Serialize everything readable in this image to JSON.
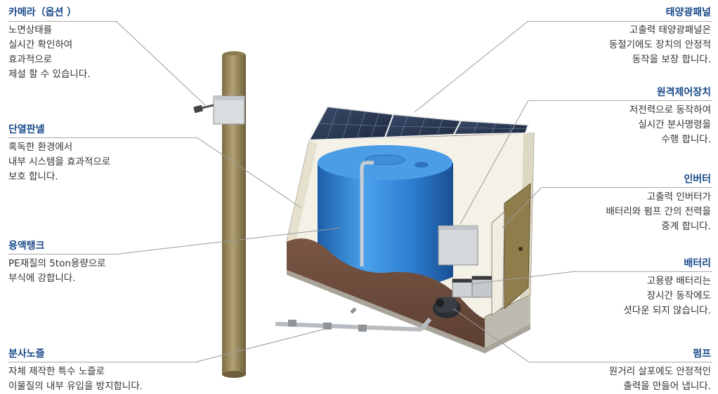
{
  "callouts": {
    "camera": {
      "title": "카메라（옵션 ）",
      "desc": "노면상태를\n실시간 확인하여\n효과적으로\n제설 할 수 있습니다."
    },
    "insulation": {
      "title": "단열판넬",
      "desc": "혹독한 환경에서\n내부 시스템을 효과적으로\n보호 합니다."
    },
    "tank": {
      "title": "용액탱크",
      "desc": "PE재질의 5ton용량으로\n부식에 강합니다."
    },
    "nozzle": {
      "title": "분사노즐",
      "desc": "자체 제작한 특수 노즐로\n이물질의 내부 유입을 방지합니다."
    },
    "solar": {
      "title": "태양광패널",
      "desc": "고출력 태양광패널은\n동절기에도 장치의 안정적\n동작을 보장 합니다."
    },
    "remote": {
      "title": "원격제어장치",
      "desc": "저전력으로 동작하여\n실시간 분사명령을\n수행 합니다."
    },
    "inverter": {
      "title": "인버터",
      "desc": "고출력 인버터가\n배터리와 펌프 간의 전력을\n중계 합니다."
    },
    "battery": {
      "title": "배터리",
      "desc": "고용량 배터리는\n장시간 동작에도\n셧다운 되지 않습니다."
    },
    "pump": {
      "title": "펌프",
      "desc": "원거리 살포에도 안정적인\n출력을 만들어 냅니다."
    }
  },
  "colors": {
    "title": "#1a4a8a",
    "text": "#333333",
    "leader": "#9a9a9a",
    "pole": "#9b8a5a",
    "tank": "#2f7fcf",
    "soil": "#6b4a3a",
    "panel": "#f4f1e6",
    "solar": "#2d3b55"
  }
}
